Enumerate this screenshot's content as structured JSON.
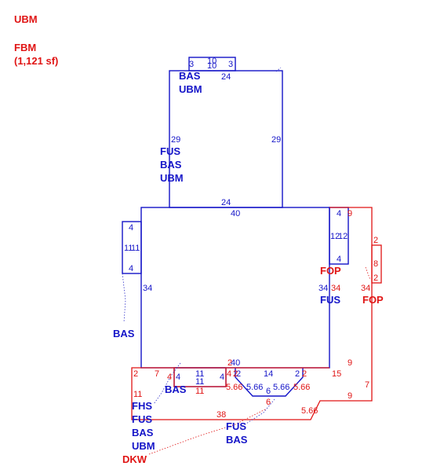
{
  "legend": {
    "line1": "UBM",
    "line2": "FBM",
    "line3": "(1,121 sf)"
  },
  "areas": {
    "top_upper": [
      "BAS",
      "UBM"
    ],
    "top_lower": [
      "FUS",
      "BAS",
      "UBM"
    ],
    "left_small": "BAS",
    "right_porch_inner": "FOP",
    "right_inner_fus": "FUS",
    "right_porch_outer": "FOP",
    "bottom_bas": "BAS",
    "bottom_stack": [
      "FHS",
      "FUS",
      "BAS",
      "UBM"
    ],
    "bottom_dkw": "DKW",
    "bottom_mid": [
      "FUS",
      "BAS"
    ]
  },
  "dims": {
    "blue": {
      "top_tab_l": "3",
      "top_tab_m": "10",
      "top_tab_m2": "10",
      "top_tab_r": "3",
      "upper_top": "24",
      "upper_left": "29",
      "upper_right": "29",
      "upper_bottom": "24",
      "main_top": "40",
      "main_left": "34",
      "main_right": "34",
      "main_bottom": "40",
      "left_top": "4",
      "left_side1": "11",
      "left_side2": "11",
      "left_bottom": "4",
      "right_top": "4",
      "right_side1": "12",
      "right_side2": "12",
      "right_bottom": "4",
      "bot_left_11a": "11",
      "bot_left_11b": "11",
      "bot_left_4a": "4",
      "bot_left_4b": "4",
      "bay_2a": "2",
      "bay_14": "14",
      "bay_2b": "2",
      "bay_566a": "5.66",
      "bay_566b": "5.66",
      "bay_6": "6"
    },
    "red": {
      "r_9a": "9",
      "r_2a": "2",
      "r_8": "8",
      "r_2b": "2",
      "r_34": "34",
      "r_9b": "9",
      "r_15": "15",
      "r_7a": "7",
      "r_9c": "9",
      "r_566c": "5.66",
      "r_2c": "2",
      "r_7b": "7",
      "r_4": "4",
      "r_11a": "11",
      "r_11b": "11",
      "r_2d": "2",
      "r_4b": "4",
      "r_566a": "5.66",
      "r_566b": "5.66",
      "r_6": "6",
      "r_38": "38",
      "r_2e": "2",
      "r_2f": "2"
    }
  }
}
